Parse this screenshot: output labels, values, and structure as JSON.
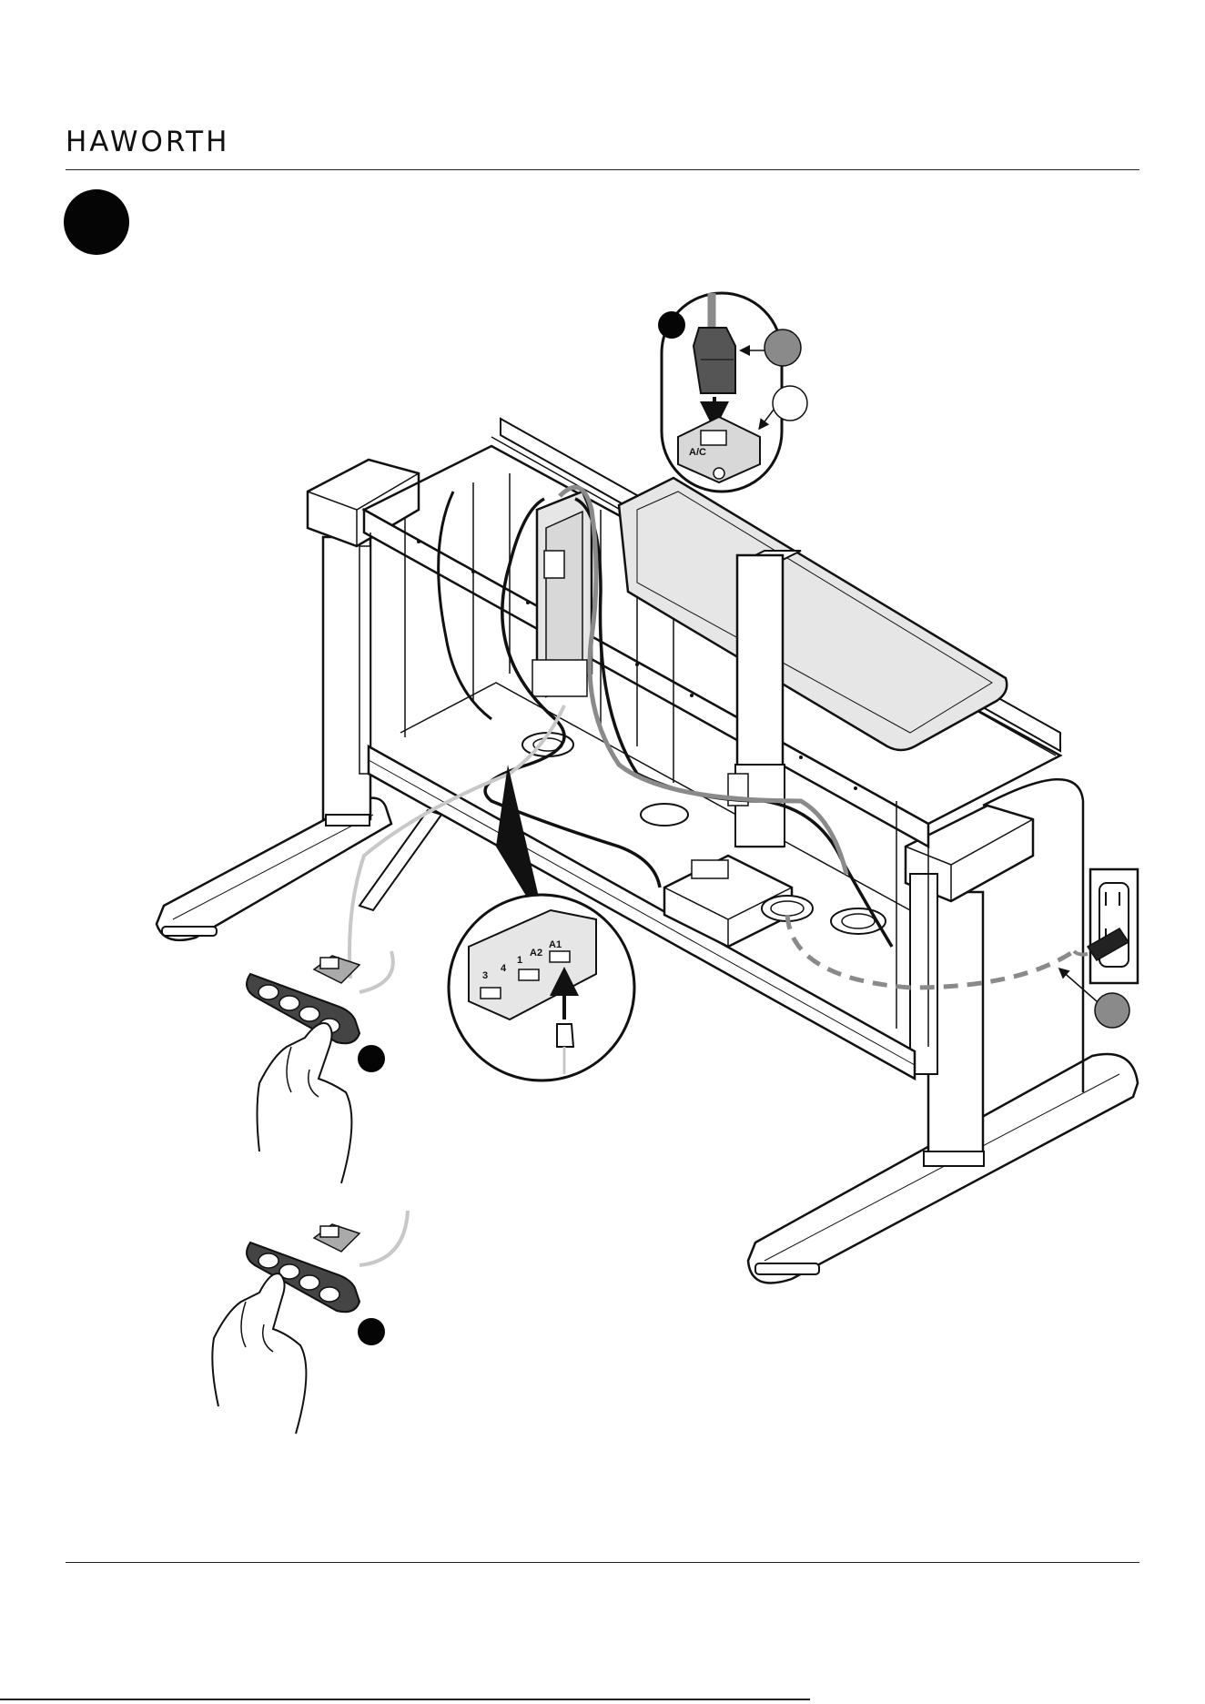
{
  "header": {
    "brand": "HAWORTH"
  },
  "colors": {
    "ink": "#111111",
    "grey_badge": "#8a8a8a",
    "light_cable": "#c8c8c8",
    "panel_fill": "#e6e6e6"
  },
  "detail_ports": {
    "p3": "3",
    "p4": "4",
    "p1": "1",
    "pA2": "A2",
    "pA1": "A1"
  },
  "control_box_label": "A/C",
  "callouts": [
    {
      "style": "black"
    },
    {
      "style": "grey"
    },
    {
      "style": "white"
    },
    {
      "style": "black"
    },
    {
      "style": "black"
    },
    {
      "style": "grey"
    }
  ]
}
